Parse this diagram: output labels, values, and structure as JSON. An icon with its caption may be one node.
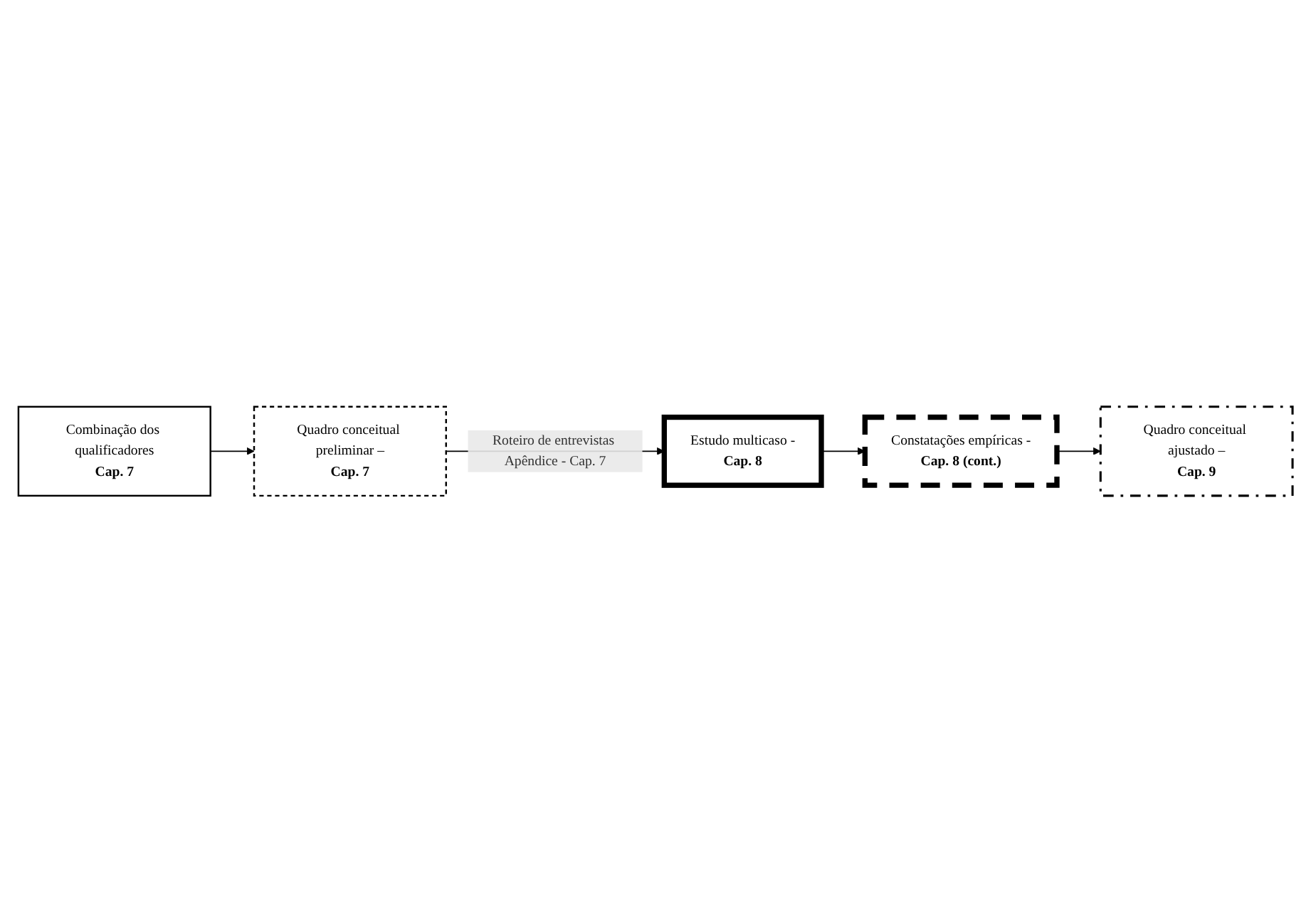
{
  "diagram": {
    "nodes": [
      {
        "text": [
          "Combinação dos qualificadores",
          "Cap. 7"
        ]
      },
      {
        "text": [
          "Quadro conceitual preliminar –",
          "Cap. 7"
        ]
      },
      {
        "text": [
          "Estudo multicaso -",
          "Cap. 8"
        ]
      },
      {
        "text": [
          "Constatações empíricas -",
          "Cap. 8 (cont.)"
        ]
      },
      {
        "text": [
          "Quadro conceitual ajustado –",
          "Cap. 9"
        ]
      }
    ],
    "edges": [
      {
        "from": 0,
        "to": 1,
        "arrow": "to"
      },
      {
        "from": 1,
        "to": 2,
        "arrow": "to",
        "label": "Roteiro de entrevistas Apêndice - Cap. 7"
      },
      {
        "from": 2,
        "to": 3,
        "arrow": "to"
      },
      {
        "from": 3,
        "to": 4,
        "arrow": "to"
      }
    ]
  }
}
